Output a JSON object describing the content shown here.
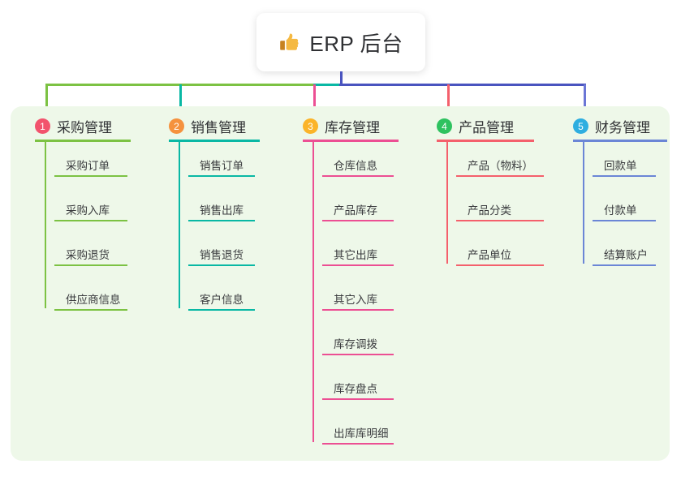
{
  "diagram": {
    "title": "ERP 后台",
    "title_icon": "thumbs-up-icon",
    "panel_background": "#eef8e9",
    "connector_colors": {
      "stem": "#4a54bf",
      "bar_left": "#7cc243",
      "bar_mid": "#09b8a4",
      "bar_right": "#4a54bf"
    },
    "columns": [
      {
        "number": "1",
        "title": "采购管理",
        "badge_color": "#f2536d",
        "line_color": "#7cc243",
        "drop_color": "#7cc243",
        "items": [
          {
            "label": "采购订单"
          },
          {
            "label": "采购入库"
          },
          {
            "label": "采购退货"
          },
          {
            "label": "供应商信息"
          }
        ]
      },
      {
        "number": "2",
        "title": "销售管理",
        "badge_color": "#f5923e",
        "line_color": "#09b8a4",
        "drop_color": "#09b8a4",
        "items": [
          {
            "label": "销售订单"
          },
          {
            "label": "销售出库"
          },
          {
            "label": "销售退货"
          },
          {
            "label": "客户信息"
          }
        ]
      },
      {
        "number": "3",
        "title": "库存管理",
        "badge_color": "#fbb429",
        "line_color": "#ec4f93",
        "drop_color": "#ec4f93",
        "items": [
          {
            "label": "仓库信息"
          },
          {
            "label": "产品库存"
          },
          {
            "label": "其它出库"
          },
          {
            "label": "其它入库"
          },
          {
            "label": "库存调拨"
          },
          {
            "label": "库存盘点"
          },
          {
            "label": "出库库明细"
          }
        ]
      },
      {
        "number": "4",
        "title": "产品管理",
        "badge_color": "#2ec25f",
        "line_color": "#f4606c",
        "drop_color": "#f4606c",
        "items": [
          {
            "label": "产品（物料）"
          },
          {
            "label": "产品分类"
          },
          {
            "label": "产品单位"
          }
        ]
      },
      {
        "number": "5",
        "title": "财务管理",
        "badge_color": "#2eaee0",
        "line_color": "#6b86d6",
        "drop_color": "#6b86d6",
        "items": [
          {
            "label": "回款单"
          },
          {
            "label": "付款单"
          },
          {
            "label": "结算账户"
          }
        ]
      }
    ]
  }
}
